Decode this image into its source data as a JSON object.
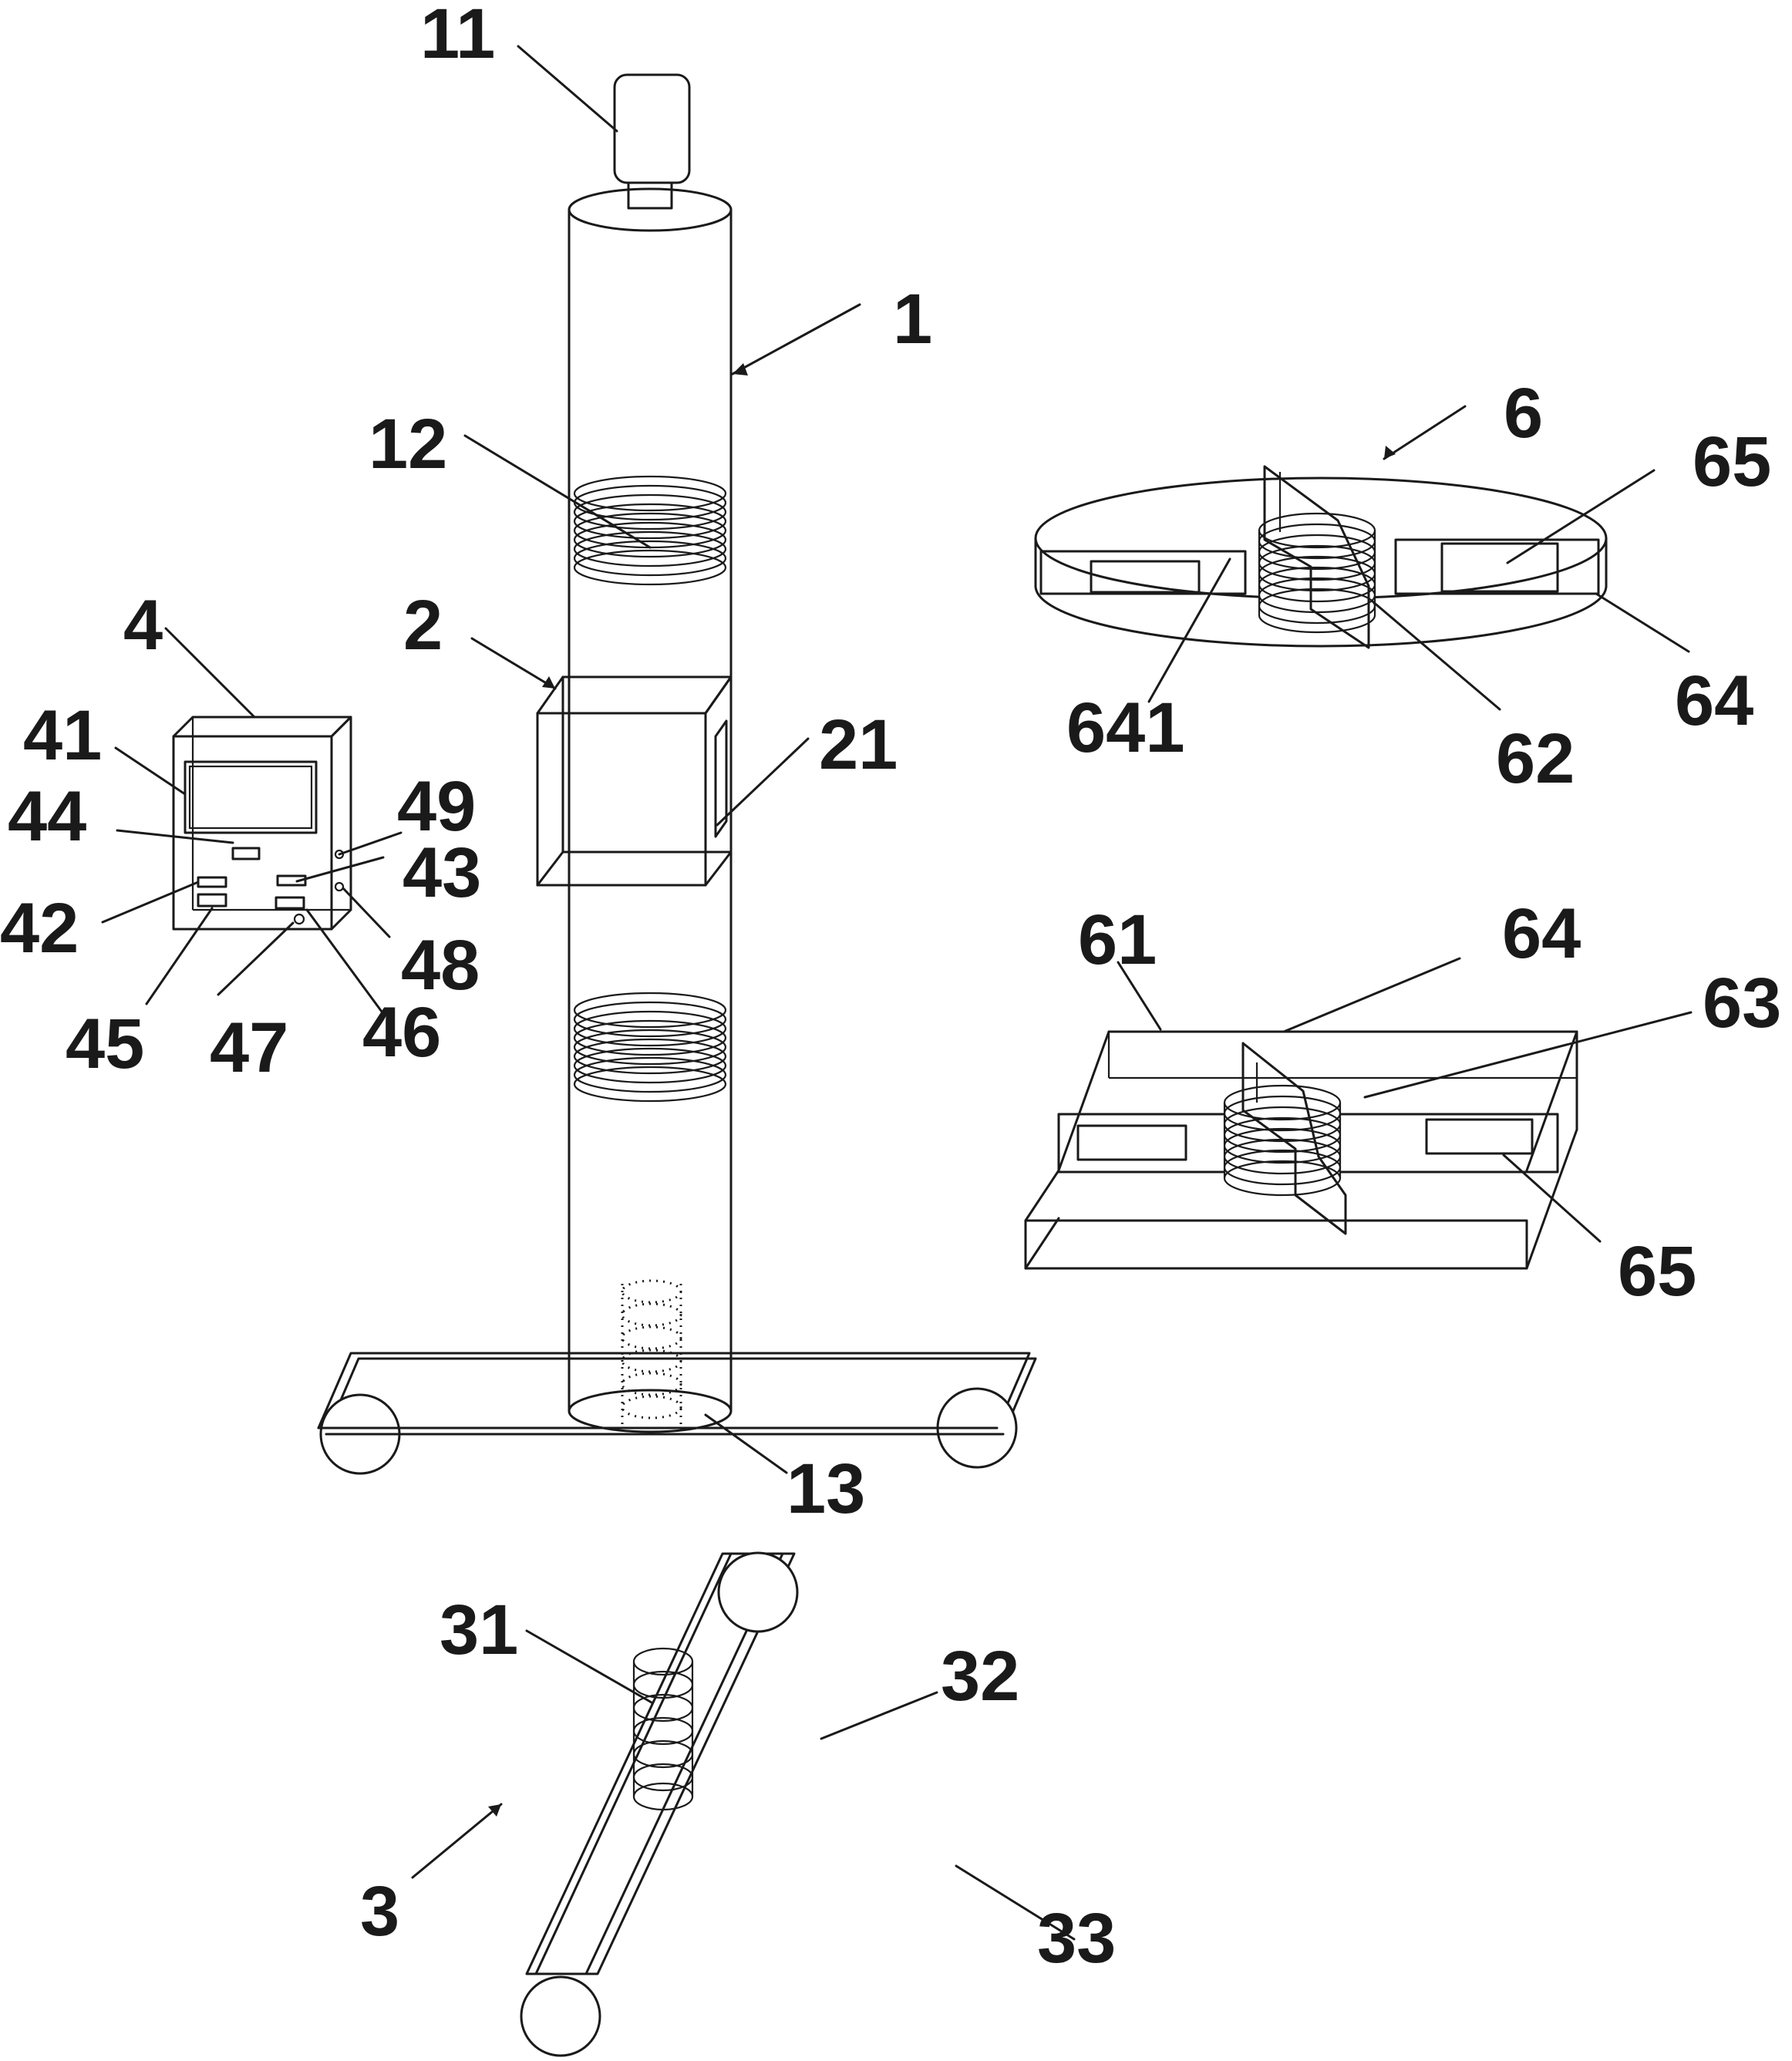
{
  "labels": {
    "l1": "1",
    "l11": "11",
    "l12": "12",
    "l13": "13",
    "l2": "2",
    "l21": "21",
    "l3": "3",
    "l31": "31",
    "l32": "32",
    "l33": "33",
    "l4": "4",
    "l41": "41",
    "l42": "42",
    "l43": "43",
    "l44": "44",
    "l45": "45",
    "l46": "46",
    "l47": "47",
    "l48": "48",
    "l49": "49",
    "l6": "6",
    "l61": "61",
    "l62": "62",
    "l63": "63",
    "l64a": "64",
    "l64b": "64",
    "l641": "641",
    "l65a": "65",
    "l65b": "65"
  }
}
